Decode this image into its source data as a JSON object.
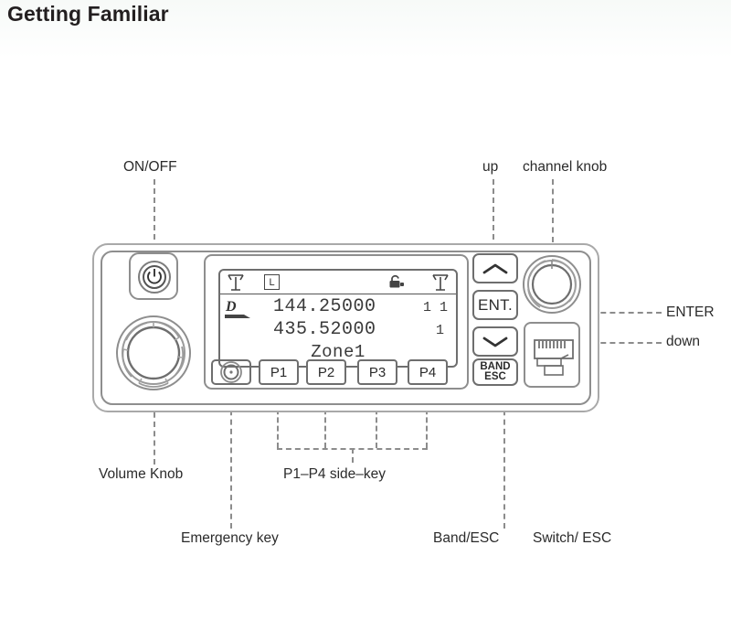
{
  "page": {
    "title": "Getting Familiar"
  },
  "callouts": {
    "on_off": "ON/OFF",
    "up": "up",
    "channel_knob": "channel knob",
    "enter": "ENTER",
    "down": "down",
    "volume_knob": "Volume Knob",
    "side_key": "P1–P4  side–key",
    "emergency_key": "Emergency key",
    "band_esc": "Band/ESC",
    "switch_esc": "Switch/ ESC"
  },
  "device": {
    "lcd": {
      "status_icons": [
        "antenna-left-icon",
        "l-box-icon",
        "unlock-icon",
        "antenna-right-icon"
      ],
      "status_l_label": "L",
      "brand_logo": "d-logo-icon",
      "line1_frequency": "144.25000",
      "line1_channel": "1 1",
      "line2_frequency": "435.52000",
      "line2_channel": "1",
      "zone": "Zone1"
    },
    "keys": {
      "power": "power-icon",
      "emergency": "emergency-button",
      "p1": "P1",
      "p2": "P2",
      "p3": "P3",
      "p4": "P4",
      "up": "chevron-up-icon",
      "ent": "ENT.",
      "down": "chevron-down-icon",
      "band_line1": "BAND",
      "band_line2": "ESC",
      "volume_knob": "volume-knob",
      "channel_knob": "channel-knob",
      "mic_jack": "rj45-mic-jack"
    }
  },
  "colors": {
    "ink": "#231f20",
    "outline": "#8e8e8e",
    "leader": "#8c8c8c",
    "background": "#ffffff"
  }
}
